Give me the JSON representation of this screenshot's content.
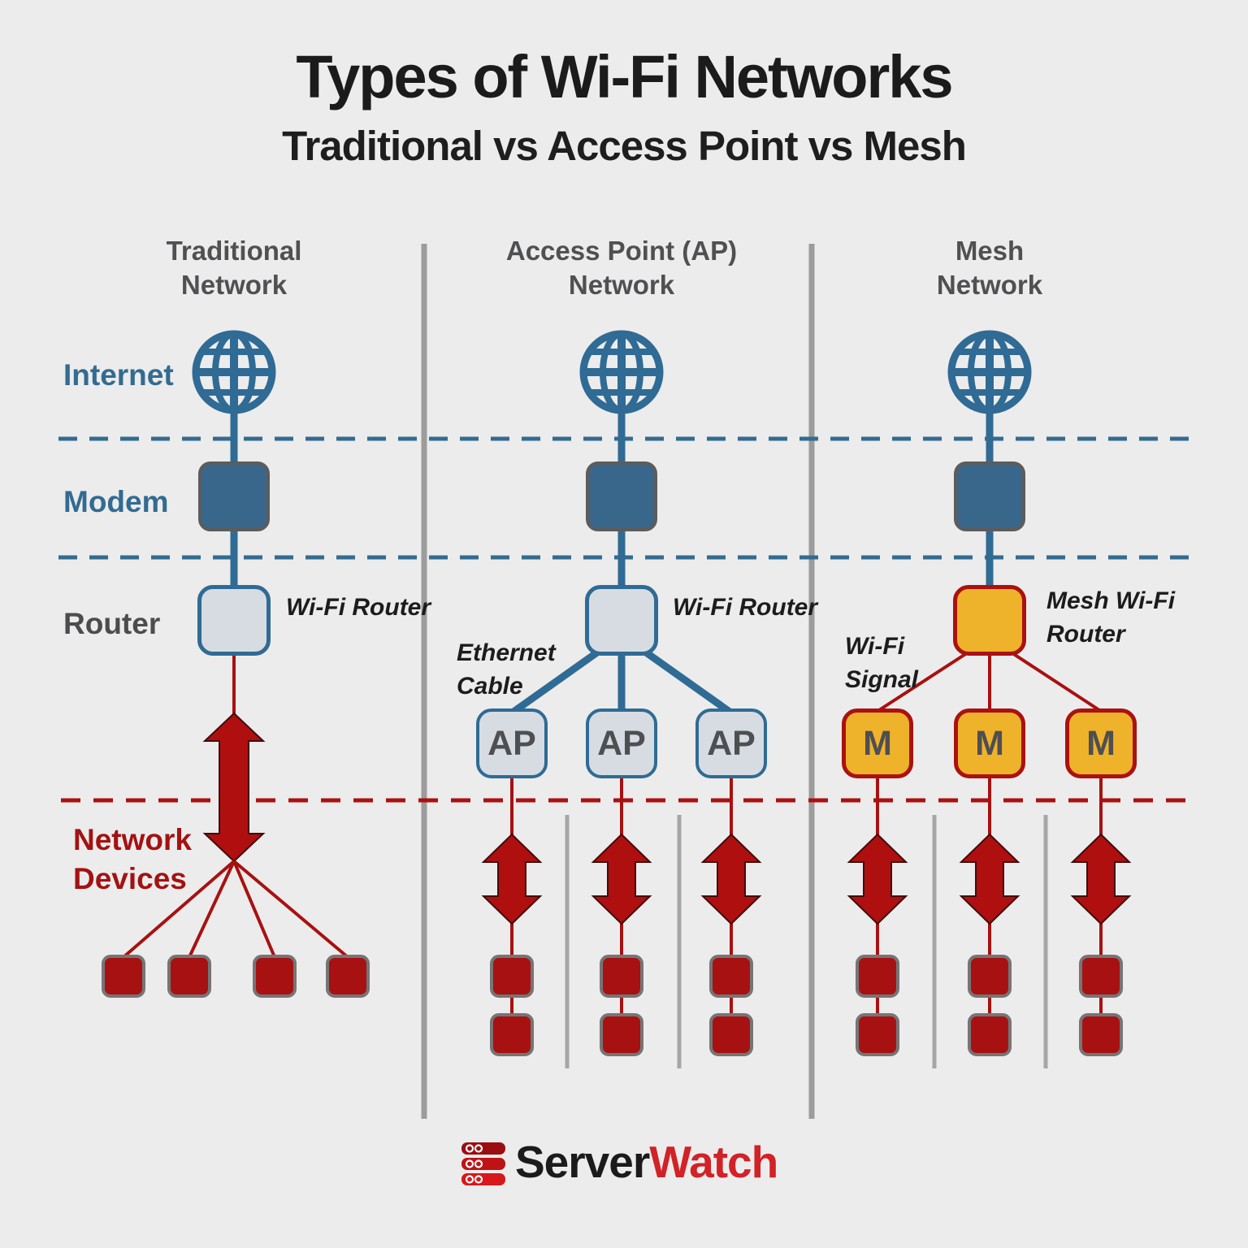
{
  "title": "Types of Wi-Fi Networks",
  "subtitle": "Traditional vs Access Point vs Mesh",
  "rows": {
    "internet": "Internet",
    "modem": "Modem",
    "router": "Router",
    "devices_line1": "Network",
    "devices_line2": "Devices"
  },
  "columns": [
    {
      "header_line1": "Traditional",
      "header_line2": "Network",
      "router_label": "Wi-Fi Router"
    },
    {
      "header_line1": "Access Point (AP)",
      "header_line2": "Network",
      "router_label": "Wi-Fi Router",
      "link_label_line1": "Ethernet",
      "link_label_line2": "Cable",
      "node_label": "AP"
    },
    {
      "header_line1": "Mesh",
      "header_line2": "Network",
      "router_label_line1": "Mesh Wi-Fi",
      "router_label_line2": "Router",
      "link_label_line1": "Wi-Fi",
      "link_label_line2": "Signal",
      "node_label": "M"
    }
  ],
  "footer": {
    "brand_black": "Server",
    "brand_red": "Watch"
  },
  "colors": {
    "background": "#ececec",
    "steel_blue": "#336b91",
    "modem_fill": "#38678b",
    "router_fill": "#d7dce3",
    "mesh_yellow": "#efb22b",
    "dark_red": "#a81111",
    "arrow_red": "#b00f0f",
    "header_gray": "#4f5052",
    "brand_red": "#d12227"
  }
}
